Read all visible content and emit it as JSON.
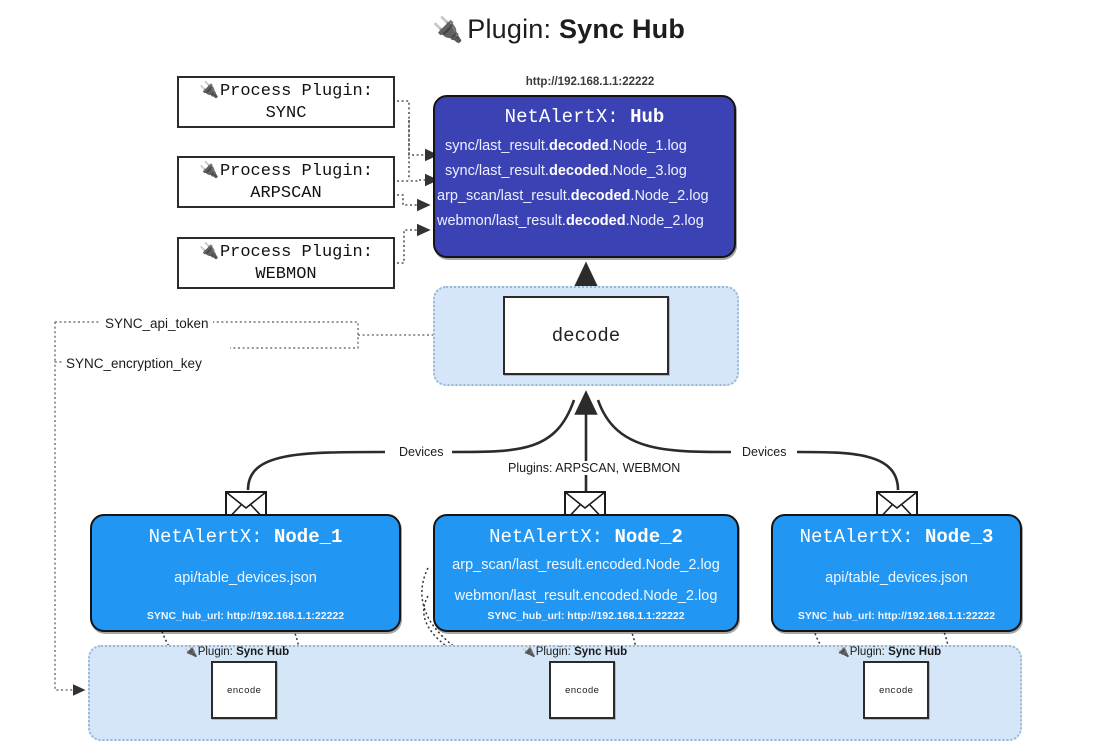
{
  "title": {
    "icon": "plug-icon",
    "prefix": "Plugin:",
    "name": "Sync Hub"
  },
  "process_plugins": [
    {
      "icon": "plug-icon",
      "label": "Process Plugin:",
      "name": "SYNC"
    },
    {
      "icon": "plug-icon",
      "label": "Process Plugin:",
      "name": "ARPSCAN"
    },
    {
      "icon": "plug-icon",
      "label": "Process Plugin:",
      "name": "WEBMON"
    }
  ],
  "hub": {
    "url": "http://192.168.1.1:22222",
    "title_prefix": "NetAlertX:",
    "title_name": "Hub",
    "logs": [
      {
        "pre": "sync/last_result.",
        "mid": "decoded",
        "post": ".Node_1.log"
      },
      {
        "pre": "sync/last_result.",
        "mid": "decoded",
        "post": ".Node_3.log"
      },
      {
        "pre": "arp_scan/last_result.",
        "mid": "decoded",
        "post": ".Node_2.log"
      },
      {
        "pre": "webmon/last_result.",
        "mid": "decoded",
        "post": ".Node_2.log"
      }
    ]
  },
  "decode": {
    "label": "decode"
  },
  "credentials": {
    "api_token": "SYNC_api_token",
    "encryption_key": "SYNC_encryption_key"
  },
  "edge_labels": {
    "devices_left": "Devices",
    "devices_right": "Devices",
    "plugins_center": "Plugins: ARPSCAN, WEBMON"
  },
  "nodes": [
    {
      "title_prefix": "NetAlertX:",
      "title_name": "Node_1",
      "lines": [
        "api/table_devices.json"
      ],
      "footer": "SYNC_hub_url: http://192.168.1.1:22222",
      "envelope": "envelope-icon"
    },
    {
      "title_prefix": "NetAlertX:",
      "title_name": "Node_2",
      "lines": [
        "arp_scan/last_result.encoded.Node_2.log",
        "webmon/last_result.encoded.Node_2.log"
      ],
      "footer": "SYNC_hub_url: http://192.168.1.1:22222",
      "envelope": "envelope-icon"
    },
    {
      "title_prefix": "NetAlertX:",
      "title_name": "Node_3",
      "lines": [
        "api/table_devices.json"
      ],
      "footer": "SYNC_hub_url: http://192.168.1.1:22222",
      "envelope": "envelope-icon"
    }
  ],
  "encoders": [
    {
      "plugin_prefix": "Plugin:",
      "plugin_name": "Sync Hub",
      "label": "encode"
    },
    {
      "plugin_prefix": "Plugin:",
      "plugin_name": "Sync Hub",
      "label": "encode"
    },
    {
      "plugin_prefix": "Plugin:",
      "plugin_name": "Sync Hub",
      "label": "encode"
    }
  ],
  "colors": {
    "hub": "#3b43b4",
    "node": "#2196f3",
    "band": "#d4e6f8",
    "band_border": "#9ab7d6",
    "stroke": "#333333"
  }
}
